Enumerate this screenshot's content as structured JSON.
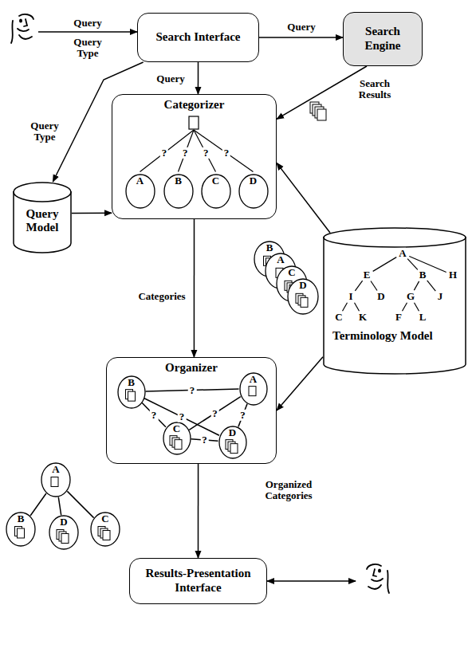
{
  "diagram": {
    "nodes": [
      {
        "text": [
          "Search Interface"
        ]
      },
      {
        "text": [
          "Search Engine"
        ]
      },
      {
        "text": [
          "Query Model"
        ]
      },
      {
        "text": [
          "Categorizer"
        ]
      },
      {
        "text": [
          "A"
        ],
        "in": 3
      },
      {
        "text": [
          "B"
        ],
        "in": 3
      },
      {
        "text": [
          "C"
        ],
        "in": 3
      },
      {
        "text": [
          "D"
        ],
        "in": 3
      },
      {
        "text": [
          "Terminology Model"
        ]
      },
      {
        "text": [
          "B"
        ]
      },
      {
        "text": [
          "A"
        ]
      },
      {
        "text": [
          "C"
        ]
      },
      {
        "text": [
          "D"
        ]
      },
      {
        "text": [
          "Organizer"
        ]
      },
      {
        "text": [
          "B"
        ],
        "in": 13
      },
      {
        "text": [
          "A"
        ],
        "in": 13
      },
      {
        "text": [
          "C"
        ],
        "in": 13
      },
      {
        "text": [
          "D"
        ],
        "in": 13
      },
      {
        "text": [
          "A"
        ]
      },
      {
        "text": [
          "B"
        ]
      },
      {
        "text": [
          "D"
        ]
      },
      {
        "text": [
          "C"
        ]
      },
      {
        "text": [
          "Results-Presentation Interface"
        ]
      }
    ],
    "edges": [
      {
        "from": 0,
        "to": 1,
        "arrow": "to",
        "label": "Query"
      },
      {
        "from": 0,
        "to": 3,
        "arrow": "to",
        "label": "Query"
      },
      {
        "from": 0,
        "to": 2,
        "arrow": "to",
        "label": "Query Type"
      },
      {
        "from": 1,
        "to": 3,
        "arrow": "to",
        "label": "Search Results"
      },
      {
        "from": 2,
        "to": 3,
        "arrow": "to"
      },
      {
        "from": 8,
        "to": 3,
        "arrow": "to"
      },
      {
        "from": 3,
        "to": 13,
        "arrow": "to",
        "label": "Categories"
      },
      {
        "from": 8,
        "to": 13,
        "arrow": "to"
      },
      {
        "from": 13,
        "to": 22,
        "arrow": "to",
        "label": "Organized Categories"
      },
      {
        "from": 14,
        "to": 15,
        "arrow": "none",
        "label": "?"
      },
      {
        "from": 14,
        "to": 16,
        "arrow": "none",
        "label": "?"
      },
      {
        "from": 14,
        "to": 17,
        "arrow": "none",
        "label": "?"
      },
      {
        "from": 16,
        "to": 15,
        "arrow": "none",
        "label": "?"
      },
      {
        "from": 17,
        "to": 15,
        "arrow": "none",
        "label": "?"
      },
      {
        "from": 16,
        "to": 17,
        "arrow": "none",
        "label": "?"
      },
      {
        "from": 18,
        "to": 19,
        "arrow": "none"
      },
      {
        "from": 18,
        "to": 20,
        "arrow": "none"
      },
      {
        "from": 18,
        "to": 21,
        "arrow": "none"
      }
    ],
    "labels": [
      "Query",
      "Query Type",
      "?",
      "?",
      "?",
      "?",
      "A",
      "E",
      "B",
      "H",
      "I",
      "D",
      "G",
      "J",
      "C",
      "K",
      "F",
      "L"
    ]
  }
}
